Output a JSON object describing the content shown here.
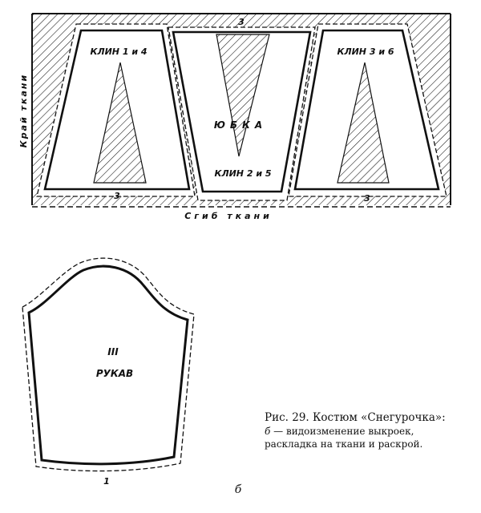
{
  "layout_diagram": {
    "top_seam_allowance": "3",
    "bottom_left_seam_allowance": "3",
    "bottom_right_seam_allowance": "3",
    "selvage_label": "Край ткани",
    "fold_label": "Сгиб ткани",
    "piece_left_label": "КЛИН 1 и 4",
    "piece_middle_title": "ЮБКА",
    "piece_middle_label": "КЛИН 2 и 5",
    "piece_right_label": "КЛИН 3 и 6"
  },
  "sleeve_pattern": {
    "number": "III",
    "label": "РУКАВ",
    "seam_allowance": "1"
  },
  "caption": {
    "line1": "Рис. 29. Костюм «Снегурочка»:",
    "line2_letter": "б",
    "line2_rest": " — видоизменение выкроек,",
    "line3": "раскладка на ткани и раскрой."
  },
  "sub_figure_letter": "б",
  "colors": {
    "ink": "#111111",
    "paper": "#ffffff"
  }
}
